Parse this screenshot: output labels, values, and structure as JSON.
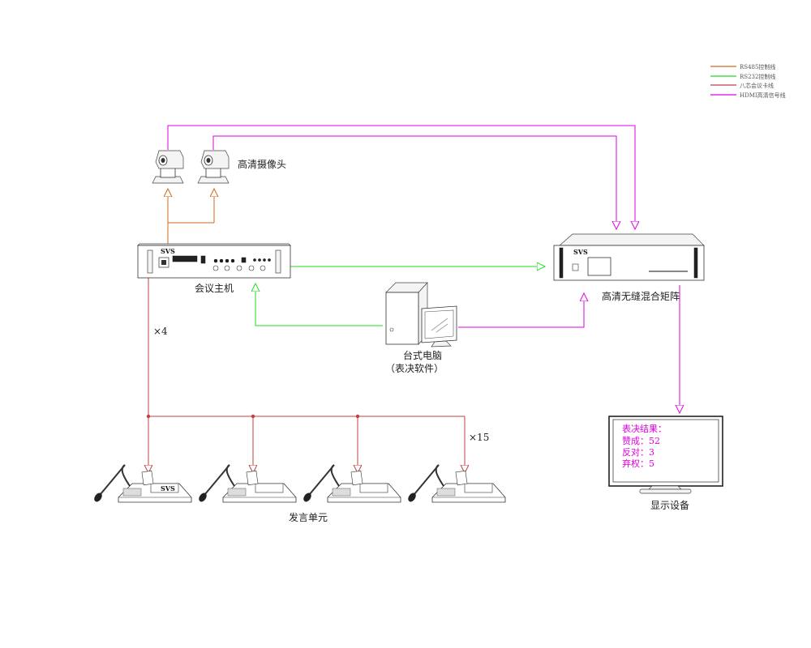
{
  "legend": [
    {
      "label": "RS485控制线",
      "color": "#d2691e"
    },
    {
      "label": "RS232控制线",
      "color": "#22dd22"
    },
    {
      "label": "八芯会议卡线",
      "color": "#c04040"
    },
    {
      "label": "HDMI高清信号线",
      "color": "#e000e0"
    }
  ],
  "labels": {
    "camera": "高清摄像头",
    "host": "会议主机",
    "matrix": "高清无缝混合矩阵",
    "pc_line1": "台式电脑",
    "pc_line2": "（表决软件）",
    "display": "显示设备",
    "units": "发言单元",
    "count_host": "×4",
    "count_units": "×15",
    "brand": "SVS"
  },
  "screen": {
    "title": "表决结果：",
    "rows": [
      "赞成：52",
      "反对：3",
      "弃权：5"
    ]
  }
}
